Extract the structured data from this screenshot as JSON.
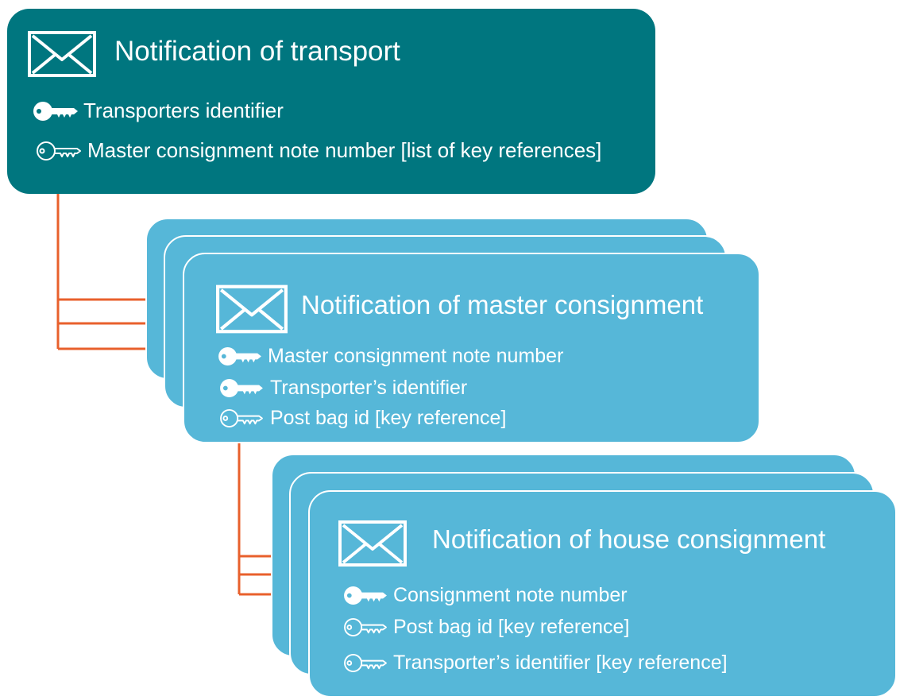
{
  "colors": {
    "transport_box": "#00767f",
    "consignment_box": "#56b7d8",
    "connector": "#e8602c",
    "text": "#ffffff"
  },
  "transport": {
    "title": "Notification of transport",
    "fields": [
      {
        "icon": "primary-key-icon",
        "label": "Transporters identifier"
      },
      {
        "icon": "foreign-key-icon",
        "label": "Master consignment note number [list of key references]"
      }
    ]
  },
  "master": {
    "title": "Notification of master consignment",
    "fields": [
      {
        "icon": "primary-key-icon",
        "label": "Master consignment note number"
      },
      {
        "icon": "primary-key-icon",
        "label": "Transporter’s identifier"
      },
      {
        "icon": "foreign-key-icon",
        "label": "Post bag id [key reference]"
      }
    ]
  },
  "house": {
    "title": "Notification of house consignment",
    "fields": [
      {
        "icon": "primary-key-icon",
        "label": "Consignment note number"
      },
      {
        "icon": "foreign-key-icon",
        "label": "Post bag id [key reference]"
      },
      {
        "icon": "foreign-key-icon",
        "label": "Transporter’s identifier [key reference]"
      }
    ]
  }
}
